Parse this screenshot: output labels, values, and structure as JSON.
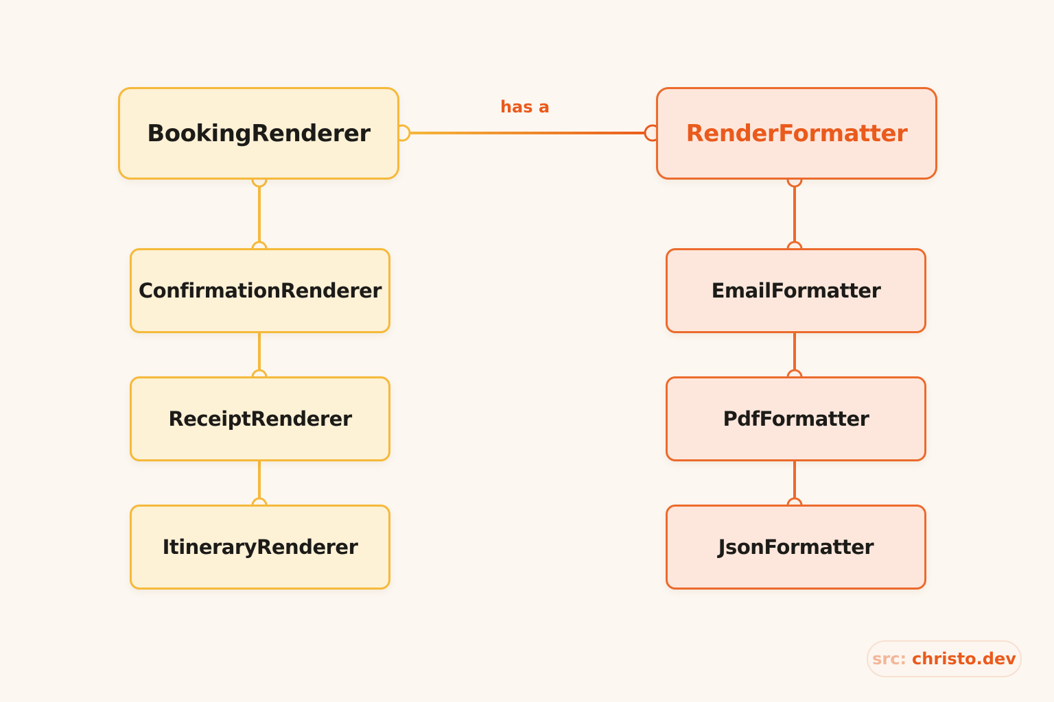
{
  "diagram": {
    "left_hierarchy": {
      "parent": "BookingRenderer",
      "children": [
        "ConfirmationRenderer",
        "ReceiptRenderer",
        "ItineraryRenderer"
      ]
    },
    "right_hierarchy": {
      "parent": "RenderFormatter",
      "children": [
        "EmailFormatter",
        "PdfFormatter",
        "JsonFormatter"
      ]
    },
    "relation_label": "has a"
  },
  "source": {
    "prefix": "src:",
    "site": "christo.dev"
  },
  "colors": {
    "background": "#fcf7f1",
    "left_accent": "#f5b93a",
    "left_fill": "#fdf1d6",
    "right_accent": "#ec6a2c",
    "right_fill": "#fde7dc",
    "text_dark": "#1c1b18"
  }
}
